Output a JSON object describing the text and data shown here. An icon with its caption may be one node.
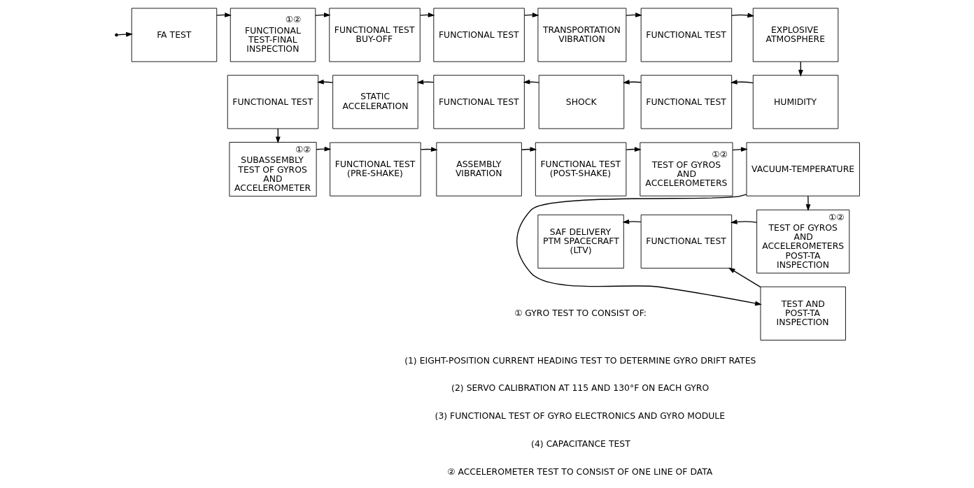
{
  "diagram": {
    "nodes": [
      {
        "text": [
          "FA TEST"
        ]
      },
      {
        "text": [
          "①②",
          "FUNCTIONAL TEST-FINAL INSPECTION"
        ]
      },
      {
        "text": [
          "FUNCTIONAL TEST BUY-OFF"
        ]
      },
      {
        "text": [
          "FUNCTIONAL TEST"
        ]
      },
      {
        "text": [
          "TRANSPORTATION VIBRATION"
        ]
      },
      {
        "text": [
          "FUNCTIONAL TEST"
        ]
      },
      {
        "text": [
          "EXPLOSIVE ATMOSPHERE"
        ]
      },
      {
        "text": [
          "FUNCTIONAL TEST"
        ]
      },
      {
        "text": [
          "STATIC ACCELERATION"
        ]
      },
      {
        "text": [
          "FUNCTIONAL TEST"
        ]
      },
      {
        "text": [
          "SHOCK"
        ]
      },
      {
        "text": [
          "FUNCTIONAL TEST"
        ]
      },
      {
        "text": [
          "HUMIDITY"
        ]
      },
      {
        "text": [
          "①②",
          "SUBASSEMBLY TEST OF GYROS AND ACCELEROMETER"
        ]
      },
      {
        "text": [
          "FUNCTIONAL TEST (PRE-SHAKE)"
        ]
      },
      {
        "text": [
          "ASSEMBLY VIBRATION"
        ]
      },
      {
        "text": [
          "FUNCTIONAL TEST (POST-SHAKE)"
        ]
      },
      {
        "text": [
          "①②",
          "TEST OF GYROS AND ACCELEROMETERS"
        ]
      },
      {
        "text": [
          "VACUUM-TEMPERATURE"
        ]
      },
      {
        "text": [
          "SAF DELIVERY PTM SPACECRAFT (LTV)"
        ]
      },
      {
        "text": [
          "FUNCTIONAL TEST"
        ]
      },
      {
        "text": [
          "①②",
          "TEST OF GYROS AND ACCELEROMETERS POST-TA INSPECTION"
        ]
      },
      {
        "text": [
          "TEST AND POST-TA INSPECTION"
        ]
      }
    ],
    "edges": [
      {
        "from": null,
        "to": 0,
        "arrow": "to"
      },
      {
        "from": 0,
        "to": 1,
        "arrow": "to"
      },
      {
        "from": 1,
        "to": 2,
        "arrow": "to"
      },
      {
        "from": 2,
        "to": 3,
        "arrow": "to"
      },
      {
        "from": 3,
        "to": 4,
        "arrow": "to"
      },
      {
        "from": 4,
        "to": 5,
        "arrow": "to"
      },
      {
        "from": 5,
        "to": 6,
        "arrow": "to"
      },
      {
        "from": 6,
        "to": 12,
        "arrow": "to"
      },
      {
        "from": 12,
        "to": 11,
        "arrow": "to"
      },
      {
        "from": 11,
        "to": 10,
        "arrow": "to"
      },
      {
        "from": 10,
        "to": 9,
        "arrow": "to"
      },
      {
        "from": 9,
        "to": 8,
        "arrow": "to"
      },
      {
        "from": 8,
        "to": 7,
        "arrow": "to"
      },
      {
        "from": 7,
        "to": 13,
        "arrow": "to"
      },
      {
        "from": 13,
        "to": 14,
        "arrow": "to"
      },
      {
        "from": 14,
        "to": 15,
        "arrow": "to"
      },
      {
        "from": 15,
        "to": 16,
        "arrow": "to"
      },
      {
        "from": 16,
        "to": 17,
        "arrow": "to"
      },
      {
        "from": 17,
        "to": 18,
        "arrow": "to"
      },
      {
        "from": 18,
        "to": 21,
        "arrow": "to"
      },
      {
        "from": 18,
        "to": 22,
        "arrow": "to"
      },
      {
        "from": 21,
        "to": 20,
        "arrow": "to"
      },
      {
        "from": 22,
        "to": 20,
        "arrow": "to"
      },
      {
        "from": 20,
        "to": 19,
        "arrow": "to"
      }
    ],
    "labels": [
      "① GYRO TEST TO CONSIST OF:",
      "(1) EIGHT-POSITION CURRENT HEADING TEST TO DETERMINE GYRO DRIFT RATES",
      "(2) SERVO CALIBRATION AT 115 AND 130°F ON EACH GYRO",
      "(3) FUNCTIONAL TEST OF GYRO ELECTRONICS AND GYRO MODULE",
      "(4) CAPACITANCE TEST",
      "② ACCELEROMETER TEST TO CONSIST OF ONE LINE OF DATA"
    ]
  }
}
